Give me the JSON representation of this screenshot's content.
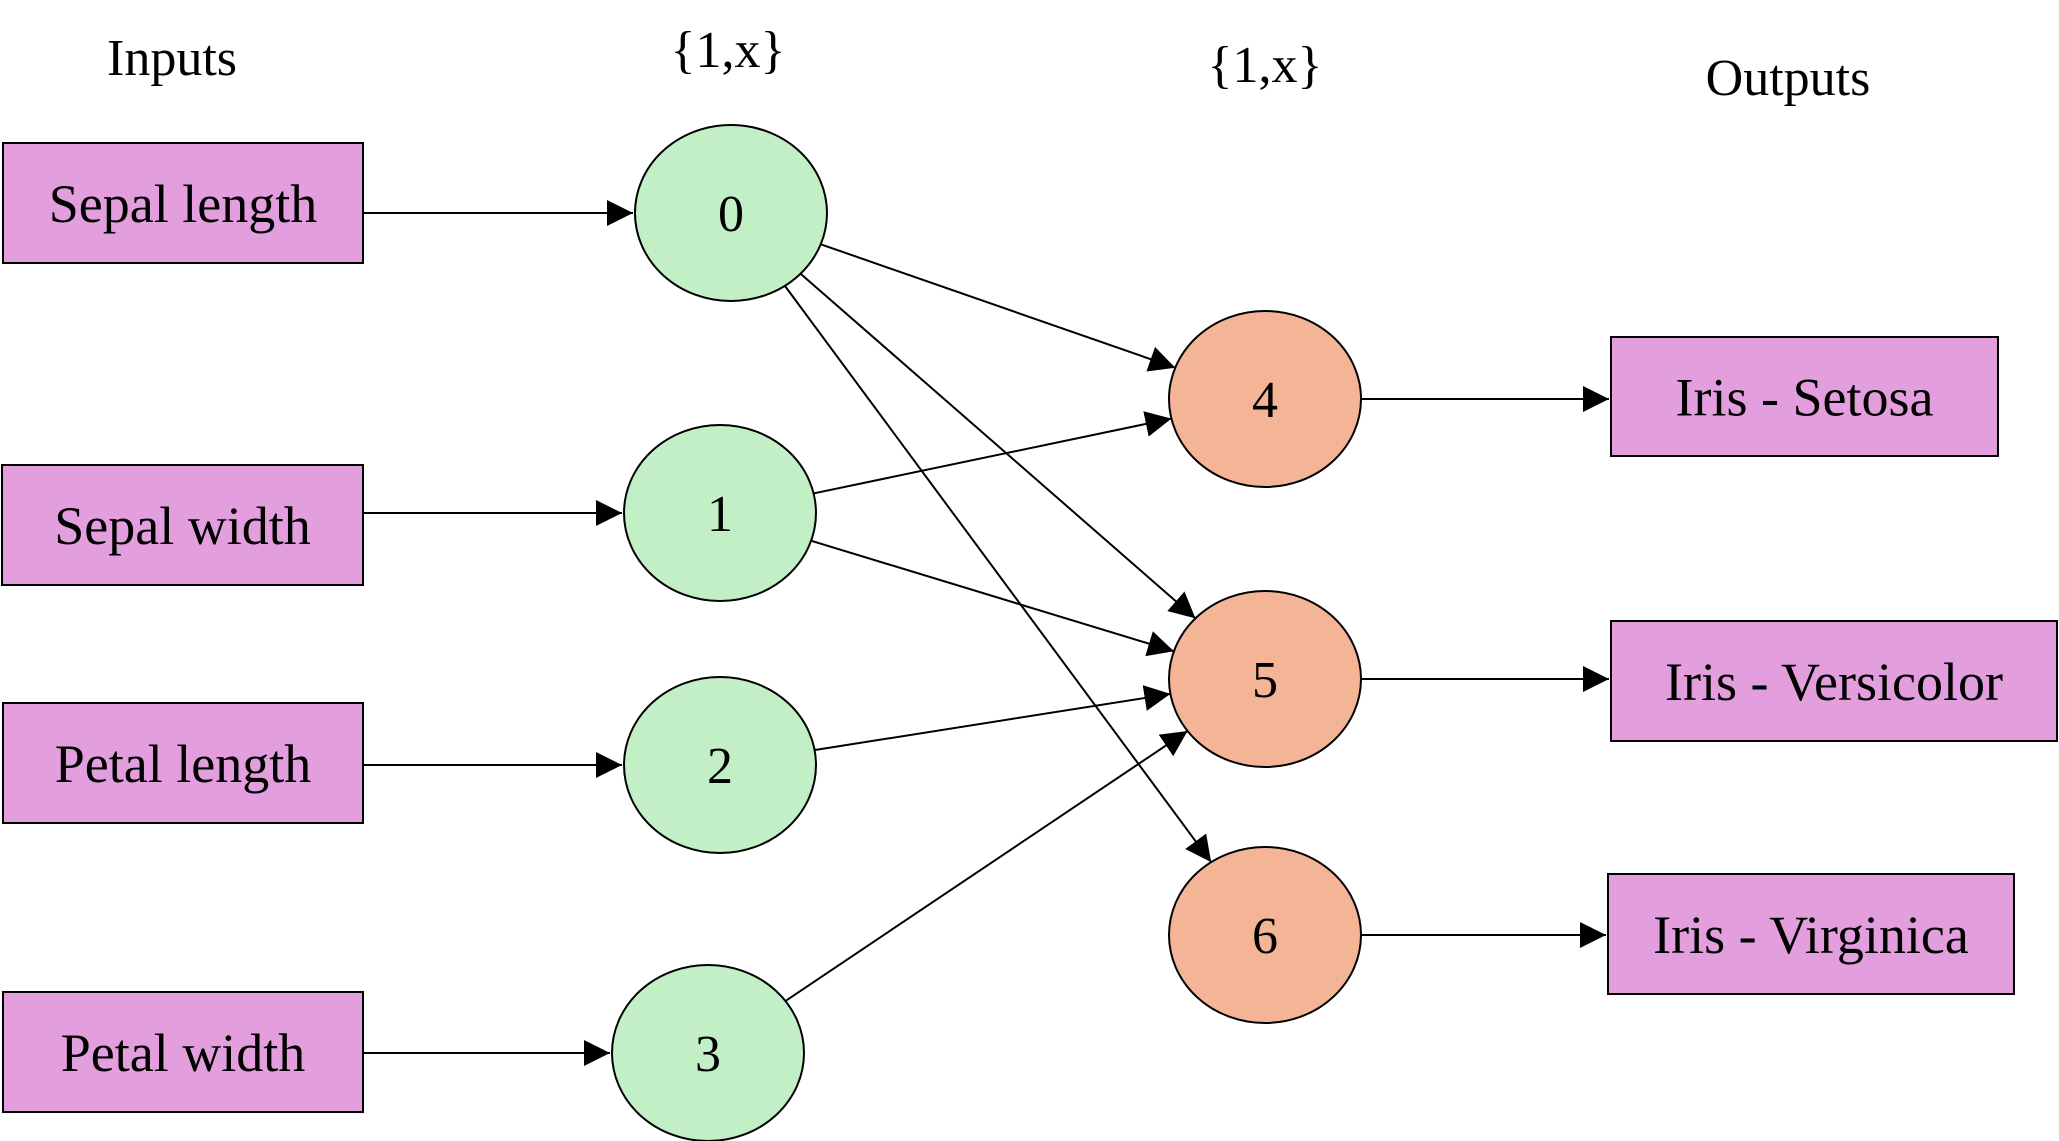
{
  "headers": {
    "inputs": "Inputs",
    "hidden": "{1,x}",
    "second": "{1,x}",
    "outputs": "Outputs"
  },
  "inputs": [
    "Sepal length",
    "Sepal width",
    "Petal length",
    "Petal width"
  ],
  "hidden_nodes": [
    "0",
    "1",
    "2",
    "3"
  ],
  "second_nodes": [
    "4",
    "5",
    "6"
  ],
  "outputs": [
    "Iris - Setosa",
    "Iris - Versicolor",
    "Iris - Virginica"
  ],
  "colors": {
    "box_fill": "#e39ede",
    "hidden_fill": "#c3efc7",
    "second_fill": "#f4b596",
    "stroke": "#000000"
  },
  "edges": [
    {
      "from": "0",
      "to": "4"
    },
    {
      "from": "0",
      "to": "5"
    },
    {
      "from": "0",
      "to": "6"
    },
    {
      "from": "1",
      "to": "4"
    },
    {
      "from": "1",
      "to": "5"
    },
    {
      "from": "2",
      "to": "5"
    },
    {
      "from": "3",
      "to": "5"
    }
  ]
}
